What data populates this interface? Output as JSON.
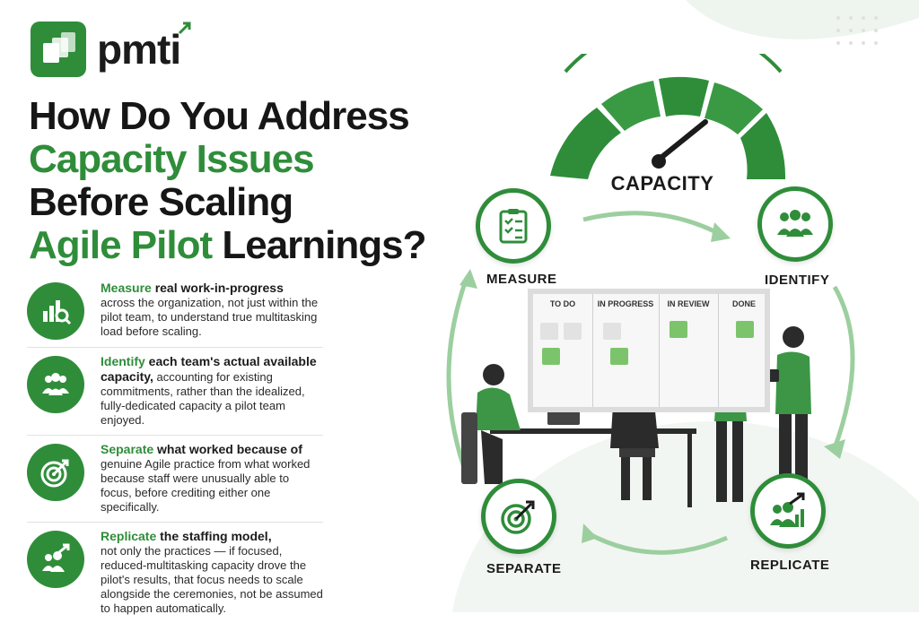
{
  "brand": {
    "name": "pmti",
    "color": "#2f8d3a"
  },
  "headline": {
    "line1": "How Do You Address",
    "line2": "Capacity Issues",
    "line3": "Before Scaling",
    "line4_green": "Agile Pilot",
    "line4_dark": " Learnings?"
  },
  "items": [
    {
      "icon": "bar-chart-magnifier-icon",
      "lead": "Measure",
      "lead_rest": " real work-in-progress",
      "body": "across the organization, not just within the pilot team, to understand true multitasking load before scaling."
    },
    {
      "icon": "team-icon",
      "lead": "Identify",
      "lead_rest": " each team's actual available capacity,",
      "body": " accounting for existing commitments, rather than the idealized, fully-dedicated capacity a pilot team enjoyed."
    },
    {
      "icon": "target-icon",
      "lead": "Separate",
      "lead_rest": " what worked because of",
      "body": "genuine Agile practice from what worked because staff were unusually able to focus, before crediting either one specifically."
    },
    {
      "icon": "team-growth-icon",
      "lead": "Replicate",
      "lead_rest": " the staffing model,",
      "body": "not only the practices — if focused, reduced-multitasking capacity drove the pilot's results, that focus needs to scale alongside the ceremonies, not be assumed to happen automatically."
    }
  ],
  "diagram": {
    "gauge_label": "CAPACITY",
    "stages": {
      "measure": "MEASURE",
      "identify": "IDENTIFY",
      "separate": "SEPARATE",
      "replicate": "REPLICATE"
    },
    "board_columns": [
      "TO DO",
      "IN PROGRESS",
      "IN REVIEW",
      "DONE"
    ]
  }
}
